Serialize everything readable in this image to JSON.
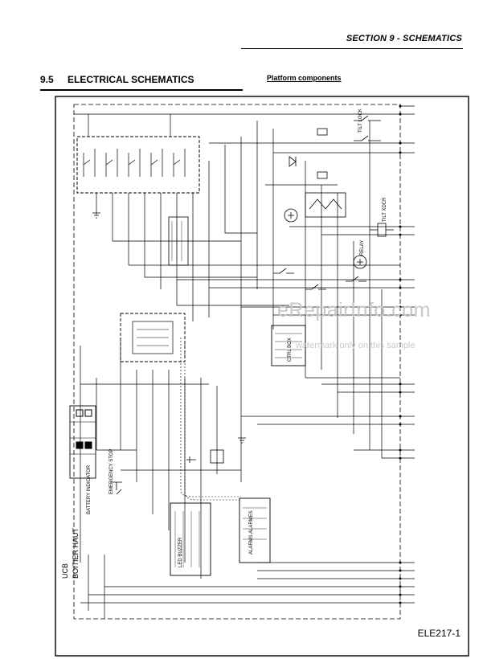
{
  "header": {
    "section": "SECTION 9 - SCHEMATICS"
  },
  "title": {
    "number": "9.5",
    "text": "ELECTRICAL SCHEMATICS"
  },
  "subtitle": "Platform components",
  "watermark": {
    "text": "eRepairInfo.com",
    "subtext": "watermark only on this sample"
  },
  "diagram_ref": "ELE217-1",
  "labels": {
    "tilt_lock": "TILT LOCK",
    "tilt_xdcr": "TILT XDCR",
    "ucb": "UCB",
    "boitier_haut": "BOITIER HAUT",
    "led_buzzer": "LED BUZZER",
    "alarms": "ALARMS ALARMES",
    "ctrl_box": "CTRL BOX",
    "emergency_stop": "EMERGENCY STOP",
    "relay": "RELAY",
    "battery_indicator": "BATTERY INDICATOR"
  }
}
